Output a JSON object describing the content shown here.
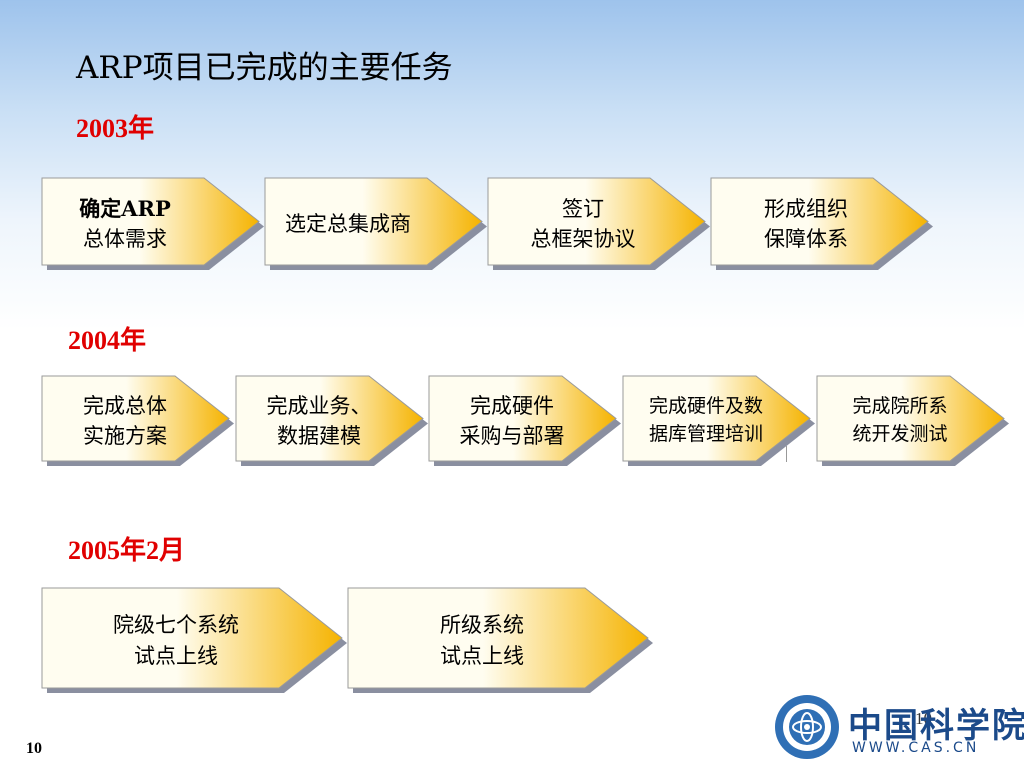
{
  "slide": {
    "title": "ARP项目已完成的主要任务",
    "number": "10",
    "page_mark": "10",
    "colors": {
      "year": "#e00000",
      "chevron_light": "#fffdf0",
      "chevron_dark": "#f5b300",
      "shadow": "#8a8fa0"
    }
  },
  "sections": [
    {
      "year": "2003年",
      "steps": [
        {
          "lines": [
            "确定ARP",
            "总体需求"
          ]
        },
        {
          "lines": [
            "选定总集成商"
          ]
        },
        {
          "lines": [
            "签订",
            "总框架协议"
          ]
        },
        {
          "lines": [
            "形成组织",
            "保障体系"
          ]
        }
      ]
    },
    {
      "year": "2004年",
      "steps": [
        {
          "lines": [
            "完成总体",
            "实施方案"
          ]
        },
        {
          "lines": [
            "完成业务、",
            "数据建模"
          ]
        },
        {
          "lines": [
            "完成硬件",
            "采购与部署"
          ]
        },
        {
          "lines": [
            "完成硬件及数",
            "据库管理培训"
          ]
        },
        {
          "lines": [
            "完成院所系",
            "统开发测试"
          ]
        }
      ]
    },
    {
      "year": "2005年2月",
      "steps": [
        {
          "lines": [
            "院级七个系统",
            "试点上线"
          ]
        },
        {
          "lines": [
            "所级系统",
            "试点上线"
          ]
        }
      ]
    }
  ],
  "logo": {
    "text": "中国科学院",
    "url": "WWW.CAS.CN",
    "icon": "cas-emblem-icon"
  }
}
